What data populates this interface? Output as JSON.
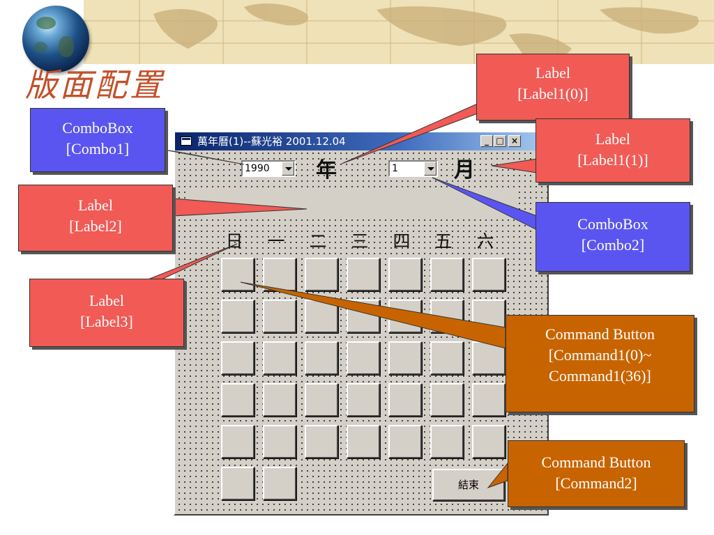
{
  "slide": {
    "title": "版面配置"
  },
  "window": {
    "title": "萬年曆(1)--蘇光裕 2001.12.04",
    "minimize_glyph": "_",
    "maximize_glyph": "□",
    "close_glyph": "×"
  },
  "form": {
    "combo1": {
      "value": "1990"
    },
    "combo2": {
      "value": "1"
    },
    "label_year": "年",
    "label_month": "月",
    "weekdays": [
      "日",
      "一",
      "二",
      "三",
      "四",
      "五",
      "六"
    ],
    "end_button": "結束"
  },
  "callouts": {
    "combo1": {
      "line1": "ComboBox",
      "line2": "[Combo1]"
    },
    "label1_0": {
      "line1": "Label",
      "line2": "[Label1(0)]"
    },
    "label1_1": {
      "line1": "Label",
      "line2": "[Label1(1)]"
    },
    "label2": {
      "line1": "Label",
      "line2": "[Label2]"
    },
    "combo2": {
      "line1": "ComboBox",
      "line2": "[Combo2]"
    },
    "label3": {
      "line1": "Label",
      "line2": "[Label3]"
    },
    "command1": {
      "line1": "Command Button",
      "line2": "[Command1(0)~",
      "line3": "Command1(36)]"
    },
    "command2": {
      "line1": "Command Button",
      "line2": "[Command2]"
    }
  },
  "colors": {
    "title": "#c2512b",
    "callout_red": "#f15a55",
    "callout_blue": "#5a55f0",
    "callout_orange": "#c86400",
    "form_background": "#d4d0c8"
  },
  "icons": [
    "window-app-icon",
    "minimize-icon",
    "maximize-icon",
    "close-icon",
    "combo-dropdown-arrow-icon"
  ]
}
